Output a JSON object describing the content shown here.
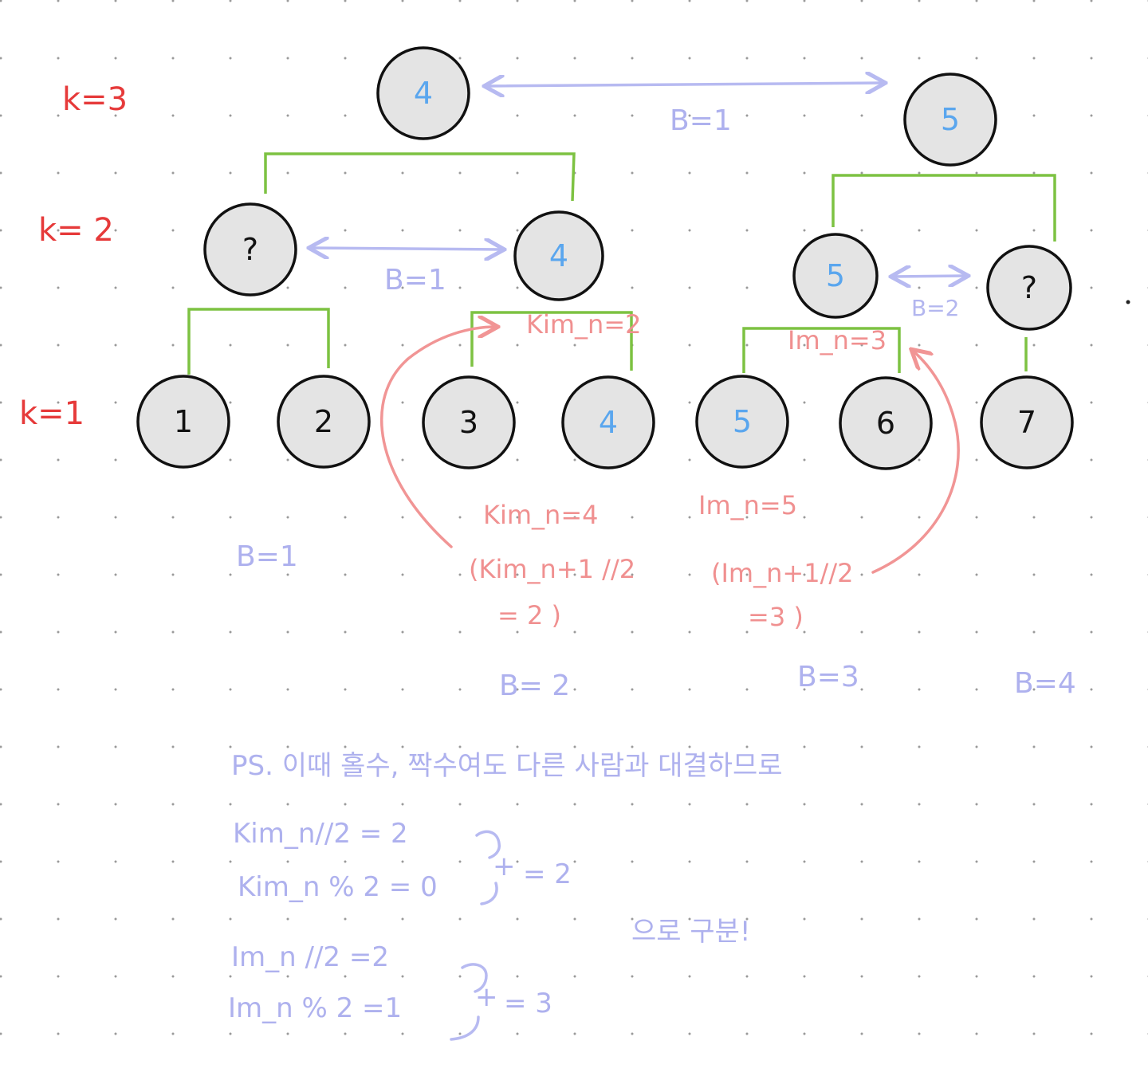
{
  "level_labels": [
    "k=3",
    "k= 2",
    "k=1"
  ],
  "nodes": {
    "r_root": "4",
    "r_root2": "5",
    "m_left": "?",
    "m_right": "4",
    "m_five": "5",
    "m_q": "?",
    "l1": "1",
    "l2": "2",
    "l3": "3",
    "l4": "4",
    "l5": "5",
    "l6": "6",
    "l7": "7"
  },
  "match_labels": {
    "top": "B=1",
    "mid_left": "B=1",
    "mid_right": "B=2"
  },
  "round_labels": [
    "B=1",
    "B= 2",
    "B=3",
    "B=4"
  ],
  "kim": {
    "next": "Kim_n=2",
    "cur": "Kim_n=4",
    "formula": "(Kim_n+1 //2",
    "result": "= 2 )"
  },
  "im": {
    "next": "Im_n=3",
    "cur": "Im_n=5",
    "formula": "(Im_n+1//2",
    "result": "=3 )"
  },
  "note": {
    "title": "PS. 이때 홀수, 짝수여도 다른 사람과 대결하므로",
    "kim_div": "Kim_n//2 = 2",
    "kim_mod": "Kim_n % 2 = 0",
    "kim_sum": "= 2",
    "im_div": "Im_n //2 =2",
    "im_mod": "Im_n % 2 =1",
    "im_sum": "= 3",
    "conclusion": "으로  구분!",
    "plus": "+"
  },
  "colors": {
    "edge": "#7dc242",
    "node_fill": "#e4e4e4",
    "node_stroke": "#111111",
    "level_label": "#e63a3a",
    "match_label": "#aeb1ee",
    "pink_note": "#f09090",
    "blue_digit": "#5aa6ee",
    "black_digit": "#111111"
  }
}
